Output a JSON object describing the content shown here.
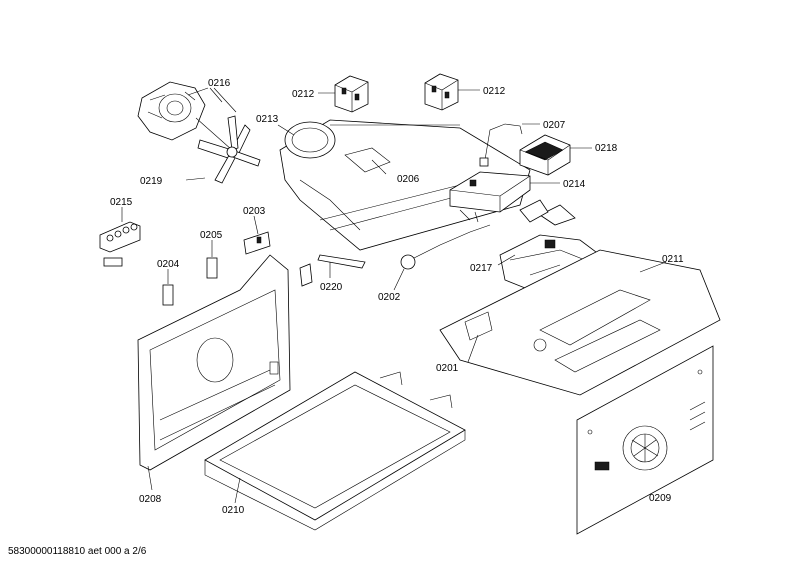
{
  "labels": {
    "l0216": "0216",
    "l0212a": "0212",
    "l0212b": "0212",
    "l0213": "0213",
    "l0207": "0207",
    "l0218": "0218",
    "l0219": "0219",
    "l0206": "0206",
    "l0214": "0214",
    "l0215": "0215",
    "l0203": "0203",
    "l0205": "0205",
    "l0204": "0204",
    "l0220": "0220",
    "l0202": "0202",
    "l0217": "0217",
    "l0211": "0211",
    "l0201": "0201",
    "l0208": "0208",
    "l0210": "0210",
    "l0209": "0209"
  },
  "footer": "58300000118810 aet 000 a 2/6"
}
